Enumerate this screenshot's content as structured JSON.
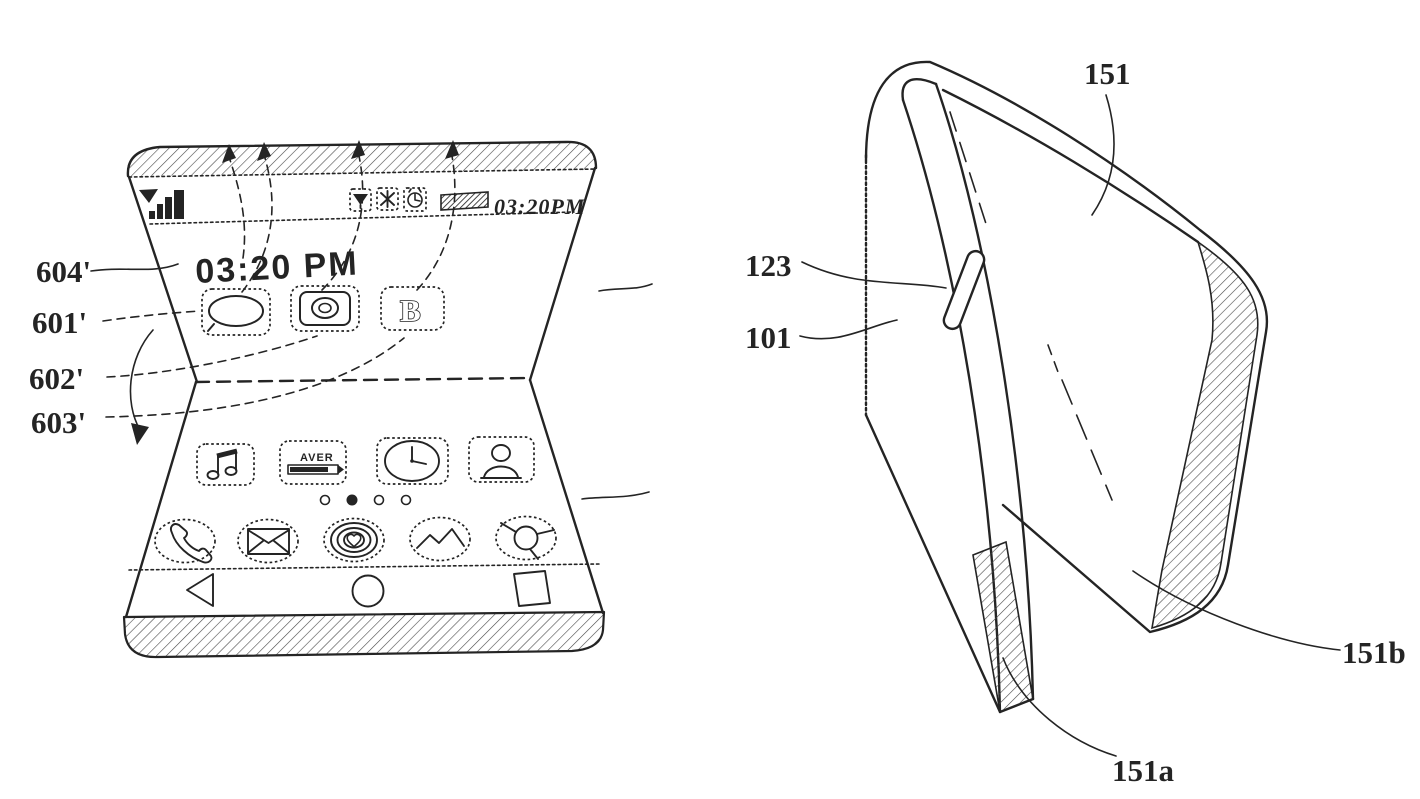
{
  "page": {
    "background": "#ffffff",
    "ink_color": "#242424",
    "description": "Patent line drawing of a foldable mobile phone, open and folded states"
  },
  "left_figure": {
    "name": "foldable-phone-open",
    "ref_labels": {
      "n604": "604'",
      "n601": "601'",
      "n602": "602'",
      "n603": "603'"
    },
    "status_bar": {
      "time": "03:20PM",
      "icons": [
        "signal-strength-icon",
        "wifi-icon",
        "bluetooth-icon",
        "alarm-icon",
        "battery-icon"
      ]
    },
    "upper_screen": {
      "clock_text": "03:20 PM",
      "app_icons": [
        "message-bubble-icon",
        "camera-icon",
        "browser-b-icon"
      ],
      "browser_letter": "B"
    },
    "lower_screen": {
      "app_icons": [
        "music-icon",
        "media-player-icon",
        "clock-icon",
        "contacts-icon"
      ],
      "media_player_text": "AVER",
      "page_dots_total": 4,
      "page_dots_active_index": 2,
      "dock_icons": [
        "phone-icon",
        "mail-icon",
        "apps-heart-icon",
        "gallery-icon",
        "browser-globe-icon"
      ],
      "nav_icons": [
        "back-icon",
        "home-icon",
        "recents-icon"
      ]
    }
  },
  "right_figure": {
    "name": "foldable-phone-folded",
    "ref_labels": {
      "n151": "151",
      "n123": "123",
      "n101": "101",
      "n151a": "151a",
      "n151b": "151b"
    },
    "features": [
      "display-body",
      "side-button",
      "rear-housing",
      "bottom-edge-a",
      "bottom-edge-b"
    ]
  }
}
